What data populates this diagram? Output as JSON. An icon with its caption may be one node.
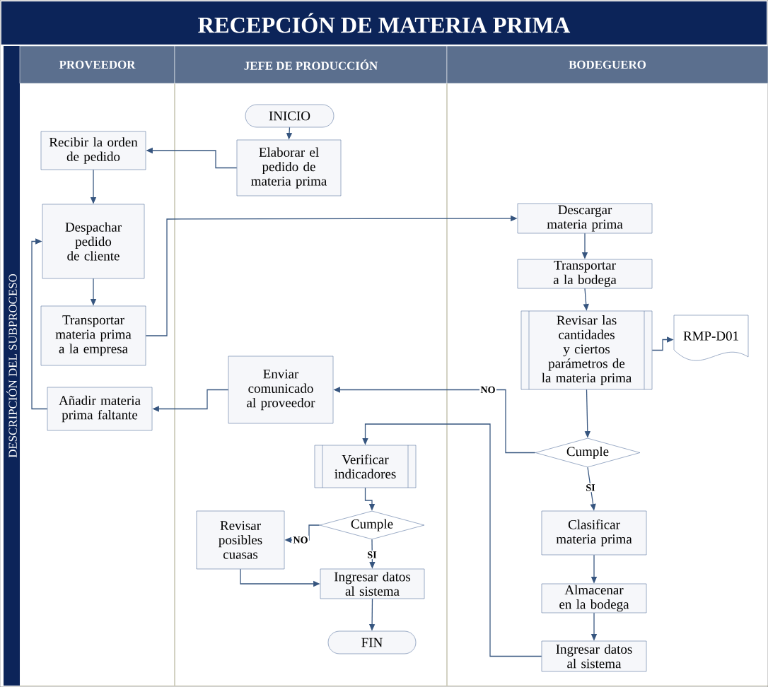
{
  "diagram": {
    "title": "RECEPCIÓN DE MATERIA PRIMA",
    "nodes": [
      {
        "text": [
          "DESCRIPCIÓN DEL SUBPROCESO"
        ]
      },
      {
        "text": [
          "PROVEEDOR"
        ]
      },
      {
        "text": [
          "JEFE DE PRODUCCIÓN"
        ]
      },
      {
        "text": [
          "BODEGUERO"
        ]
      },
      {
        "text": [
          "INICIO"
        ]
      },
      {
        "text": [
          "Elaborar el pedido de materia prima"
        ]
      },
      {
        "text": [
          "Recibir la orden de pedido"
        ]
      },
      {
        "text": [
          "Despachar pedido de cliente"
        ]
      },
      {
        "text": [
          "Transportar materia prima a la empresa"
        ]
      },
      {
        "text": [
          "Añadir materia prima faltante"
        ]
      },
      {
        "text": [
          "Descargar materia prima"
        ]
      },
      {
        "text": [
          "Transportar a la bodega"
        ]
      },
      {
        "text": [
          "Revisar las cantidades y ciertos parámetros de la materia prima"
        ]
      },
      {
        "text": [
          "RMP-D01"
        ]
      },
      {
        "text": [
          "Enviar comunicado al proveedor"
        ]
      },
      {
        "text": [
          "Cumple"
        ]
      },
      {
        "text": [
          "Verificar indicadores"
        ]
      },
      {
        "text": [
          "Cumple"
        ]
      },
      {
        "text": [
          "Revisar posibles cuasas"
        ]
      },
      {
        "text": [
          "Ingresar datos al sistema"
        ]
      },
      {
        "text": [
          "FIN"
        ]
      },
      {
        "text": [
          "Clasificar materia prima"
        ]
      },
      {
        "text": [
          "Almacenar en la bodega"
        ]
      },
      {
        "text": [
          "Ingresar datos al sistema"
        ]
      }
    ],
    "edges": [
      {
        "from": 4,
        "to": 5,
        "arrow": "to"
      },
      {
        "from": 5,
        "to": 6,
        "arrow": "to"
      },
      {
        "from": 6,
        "to": 7,
        "arrow": "to"
      },
      {
        "from": 7,
        "to": 8,
        "arrow": "to"
      },
      {
        "from": 8,
        "to": 10,
        "arrow": "to"
      },
      {
        "from": 10,
        "to": 11,
        "arrow": "to"
      },
      {
        "from": 11,
        "to": 12,
        "arrow": "to"
      },
      {
        "from": 12,
        "to": 13,
        "arrow": "to"
      },
      {
        "from": 12,
        "to": 15,
        "arrow": "to"
      },
      {
        "from": 15,
        "to": 14,
        "arrow": "to",
        "label": "NO"
      },
      {
        "from": 15,
        "to": 21,
        "arrow": "to",
        "label": "SI"
      },
      {
        "from": 21,
        "to": 22,
        "arrow": "to"
      },
      {
        "from": 22,
        "to": 23,
        "arrow": "to"
      },
      {
        "from": 23,
        "to": 16,
        "arrow": "to"
      },
      {
        "from": 16,
        "to": 17,
        "arrow": "to"
      },
      {
        "from": 17,
        "to": 18,
        "arrow": "to",
        "label": "NO"
      },
      {
        "from": 17,
        "to": 19,
        "arrow": "to",
        "label": "SI"
      },
      {
        "from": 18,
        "to": 19,
        "arrow": "to"
      },
      {
        "from": 19,
        "to": 20,
        "arrow": "to"
      },
      {
        "from": 9,
        "to": 7,
        "arrow": "to"
      },
      {
        "from": 14,
        "to": 9,
        "arrow": "to"
      }
    ]
  }
}
